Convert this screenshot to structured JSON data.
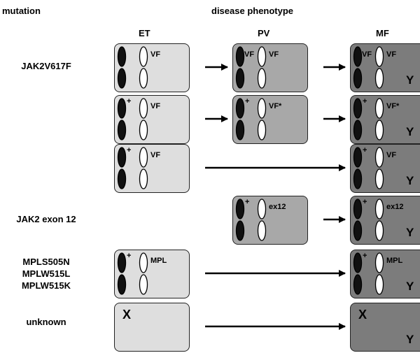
{
  "headers": {
    "mutation": "mutation",
    "disease_phenotype": "disease phenotype",
    "et": "ET",
    "pv": "PV",
    "mf": "MF"
  },
  "rows": [
    {
      "label_lines": [
        "JAK2V617F"
      ],
      "et": {
        "left": "",
        "right": "VF",
        "y": false,
        "x": false
      },
      "pv": {
        "left": "VF",
        "right": "VF",
        "y": false,
        "x": false
      },
      "mf": {
        "left": "VF",
        "right": "VF",
        "y": true,
        "x": false
      }
    },
    {
      "label_lines": [],
      "et": {
        "left": "+",
        "right": "VF",
        "y": false,
        "x": false
      },
      "pv": {
        "left": "+",
        "right": "VF*",
        "y": false,
        "x": false
      },
      "mf": {
        "left": "+",
        "right": "VF*",
        "y": true,
        "x": false
      }
    },
    {
      "label_lines": [],
      "et": {
        "left": "+",
        "right": "VF",
        "y": false,
        "x": false
      },
      "pv": null,
      "mf": {
        "left": "+",
        "right": "VF",
        "y": true,
        "x": false
      }
    },
    {
      "label_lines": [
        "JAK2 exon 12"
      ],
      "et": null,
      "pv": {
        "left": "+",
        "right": "ex12",
        "y": false,
        "x": false
      },
      "mf": {
        "left": "+",
        "right": "ex12",
        "y": true,
        "x": false
      }
    },
    {
      "label_lines": [
        "MPLS505N",
        "MPLW515L",
        "MPLW515K"
      ],
      "et": {
        "left": "+",
        "right": "MPL",
        "y": false,
        "x": false
      },
      "pv": null,
      "mf": {
        "left": "+",
        "right": "MPL",
        "y": true,
        "x": false
      }
    },
    {
      "label_lines": [
        "unknown"
      ],
      "et": {
        "left": "",
        "right": "",
        "y": false,
        "x": true
      },
      "pv": null,
      "mf": {
        "left": "",
        "right": "",
        "y": true,
        "x": true
      }
    }
  ],
  "symbols": {
    "x_mark": "X",
    "y_mark": "Y"
  },
  "colors": {
    "et_box": "#dedede",
    "pv_box": "#a8a8a8",
    "mf_box": "#7c7c7c",
    "arrow": "#000000"
  }
}
